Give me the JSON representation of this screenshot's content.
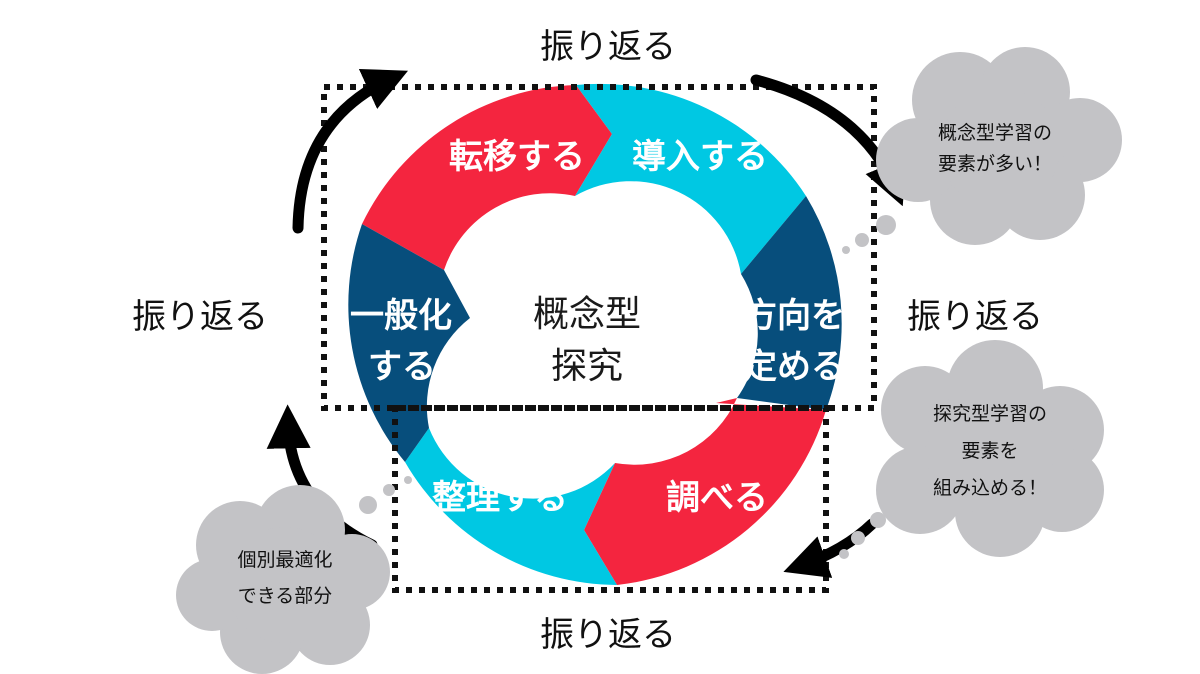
{
  "center": {
    "line1": "概念型",
    "line2": "探究"
  },
  "segments": {
    "transfer": "転移する",
    "introduce": "導入する",
    "direction_line1": "方向を",
    "direction_line2": "定める",
    "investigate": "調べる",
    "organize": "整理する",
    "generalize_line1": "一般化",
    "generalize_line2": "する"
  },
  "reflect": {
    "top": "振り返る",
    "right": "振り返る",
    "bottom": "振り返る",
    "left": "振り返る"
  },
  "clouds": {
    "concept": {
      "line1": "概念型学習の",
      "line2": "要素が多い！"
    },
    "inquiry": {
      "line1": "探究型学習の",
      "line2": "要素を",
      "line3": "組み込める！"
    },
    "personal": {
      "line1": "個別最適化",
      "line2": "できる部分"
    }
  },
  "colors": {
    "red": "#f4253f",
    "cyan": "#00c8e3",
    "navy": "#074e7c",
    "cloud": "#c3c3c6",
    "dotted_box": "#111111",
    "arrow": "#000000"
  }
}
